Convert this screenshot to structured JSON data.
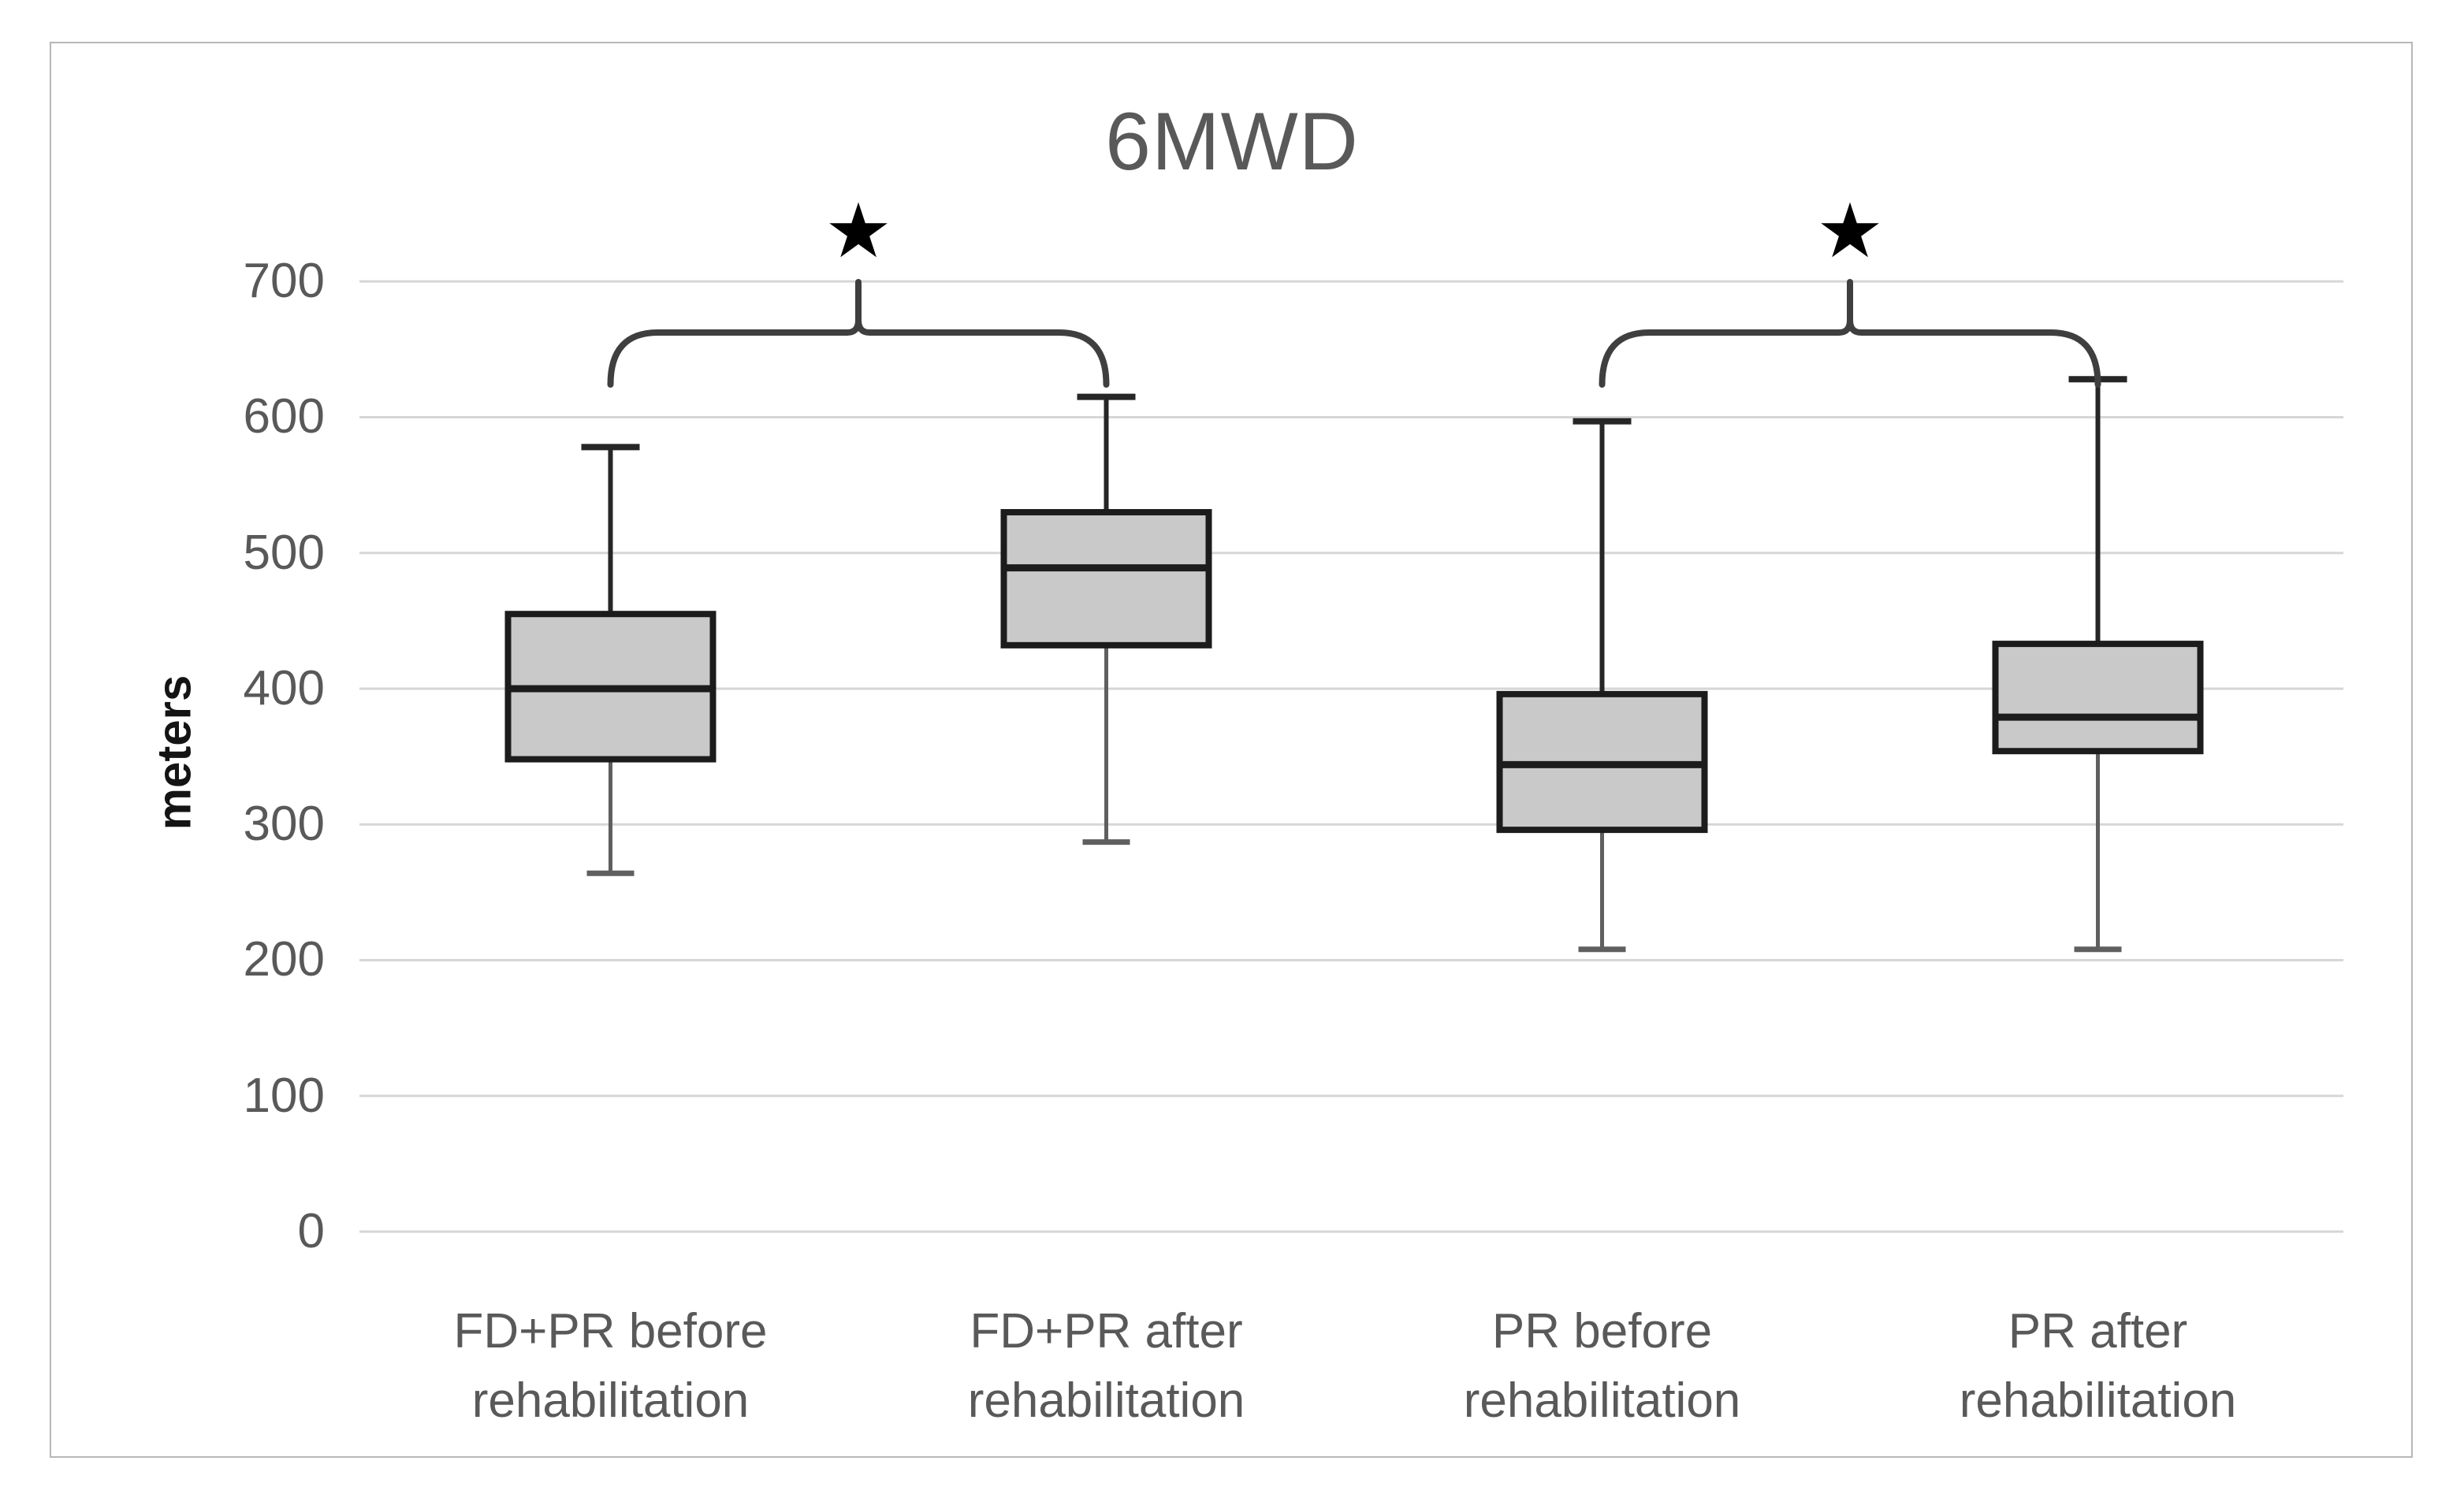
{
  "chart_data": {
    "type": "boxplot",
    "title": "6MWD",
    "ylabel": "meters",
    "xlabel": "",
    "ylim": [
      0,
      760
    ],
    "yticks": [
      700,
      600,
      500,
      400,
      300,
      200,
      100,
      0
    ],
    "grid": "horizontal",
    "legend": "none",
    "categories": [
      "FD+PR before rehabilitation",
      "FD+PR after rehabilitation",
      "PR before rehabilitation",
      "PR after rehabilitation"
    ],
    "category_label_lines": [
      [
        "FD+PR before",
        "rehabilitation"
      ],
      [
        "FD+PR after",
        "rehabilitation"
      ],
      [
        "PR before",
        "rehabilitation"
      ],
      [
        "PR after",
        "rehabilitation"
      ]
    ],
    "series": [
      {
        "name": "FD+PR before rehabilitation",
        "min": 264,
        "q1": 348,
        "median": 400,
        "q3": 455,
        "max": 578
      },
      {
        "name": "FD+PR after rehabilitation",
        "min": 287,
        "q1": 432,
        "median": 489,
        "q3": 530,
        "max": 615
      },
      {
        "name": "PR before rehabilitation",
        "min": 208,
        "q1": 296,
        "median": 344,
        "q3": 396,
        "max": 597
      },
      {
        "name": "PR after rehabilitation",
        "min": 208,
        "q1": 354,
        "median": 379,
        "q3": 433,
        "max": 628
      }
    ],
    "significance_brackets": [
      {
        "from": 0,
        "to": 1,
        "between": [
          "FD+PR before rehabilitation",
          "FD+PR after rehabilitation"
        ],
        "symbol": "★"
      },
      {
        "from": 2,
        "to": 3,
        "between": [
          "PR before rehabilitation",
          "PR after rehabilitation"
        ],
        "symbol": "★"
      }
    ],
    "colors": {
      "box_fill": "#c9c9c9",
      "box_border": "#1c1c1c",
      "median": "#1c1c1c",
      "whisker_upper": "#262626",
      "whisker_lower": "#5f5f5f",
      "gridline": "#d6d6d6",
      "bracket": "#3f3f3f",
      "star": "#000000",
      "title_text": "#595959",
      "tick_text": "#595959",
      "category_text": "#595959",
      "ylabel_text": "#141414",
      "frame_border": "#b7b7b7",
      "background": "#ffffff"
    }
  }
}
